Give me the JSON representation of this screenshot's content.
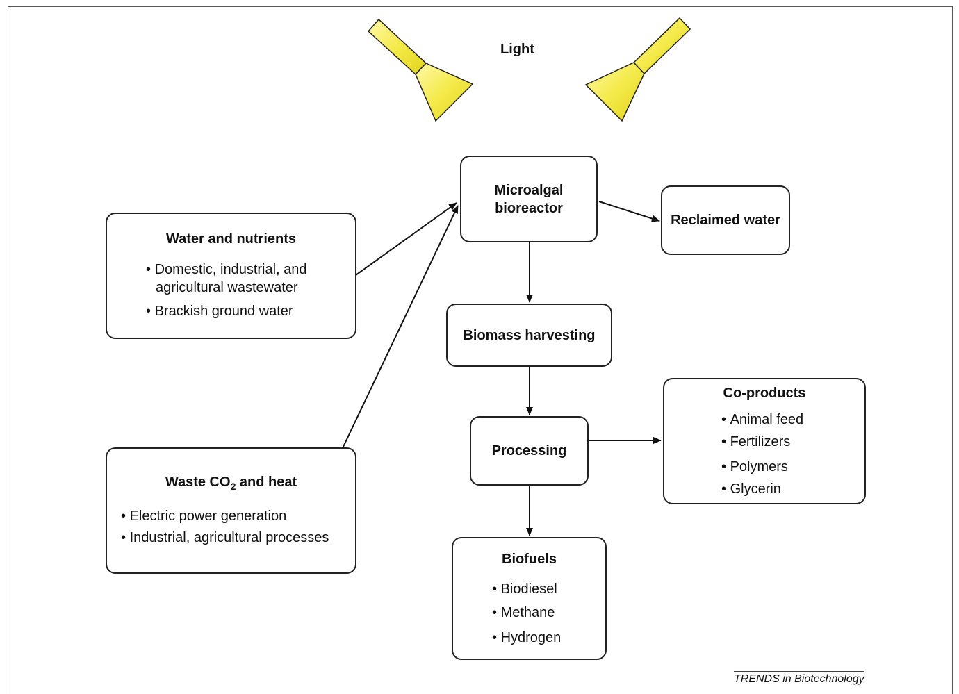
{
  "light": {
    "label": "Light"
  },
  "water": {
    "title": "Water and nutrients",
    "items": [
      "Domestic, industrial, and",
      "agricultural wastewater",
      "Brackish ground water"
    ]
  },
  "waste": {
    "title_main": "Waste CO",
    "title_sub": "2",
    "title_rest": " and heat",
    "items": [
      "Electric power generation",
      "Industrial, agricultural processes"
    ]
  },
  "bioreactor": {
    "line1": "Microalgal",
    "line2": "bioreactor"
  },
  "reclaimed": {
    "label": "Reclaimed water"
  },
  "harvesting": {
    "label": "Biomass harvesting"
  },
  "processing": {
    "label": "Processing"
  },
  "coproducts": {
    "title": "Co-products",
    "items": [
      "Animal feed",
      "Fertilizers",
      "Polymers",
      "Glycerin"
    ]
  },
  "biofuels": {
    "title": "Biofuels",
    "items": [
      "Biodiesel",
      "Methane",
      "Hydrogen"
    ]
  },
  "footer": {
    "source": "TRENDS in Biotechnology"
  }
}
